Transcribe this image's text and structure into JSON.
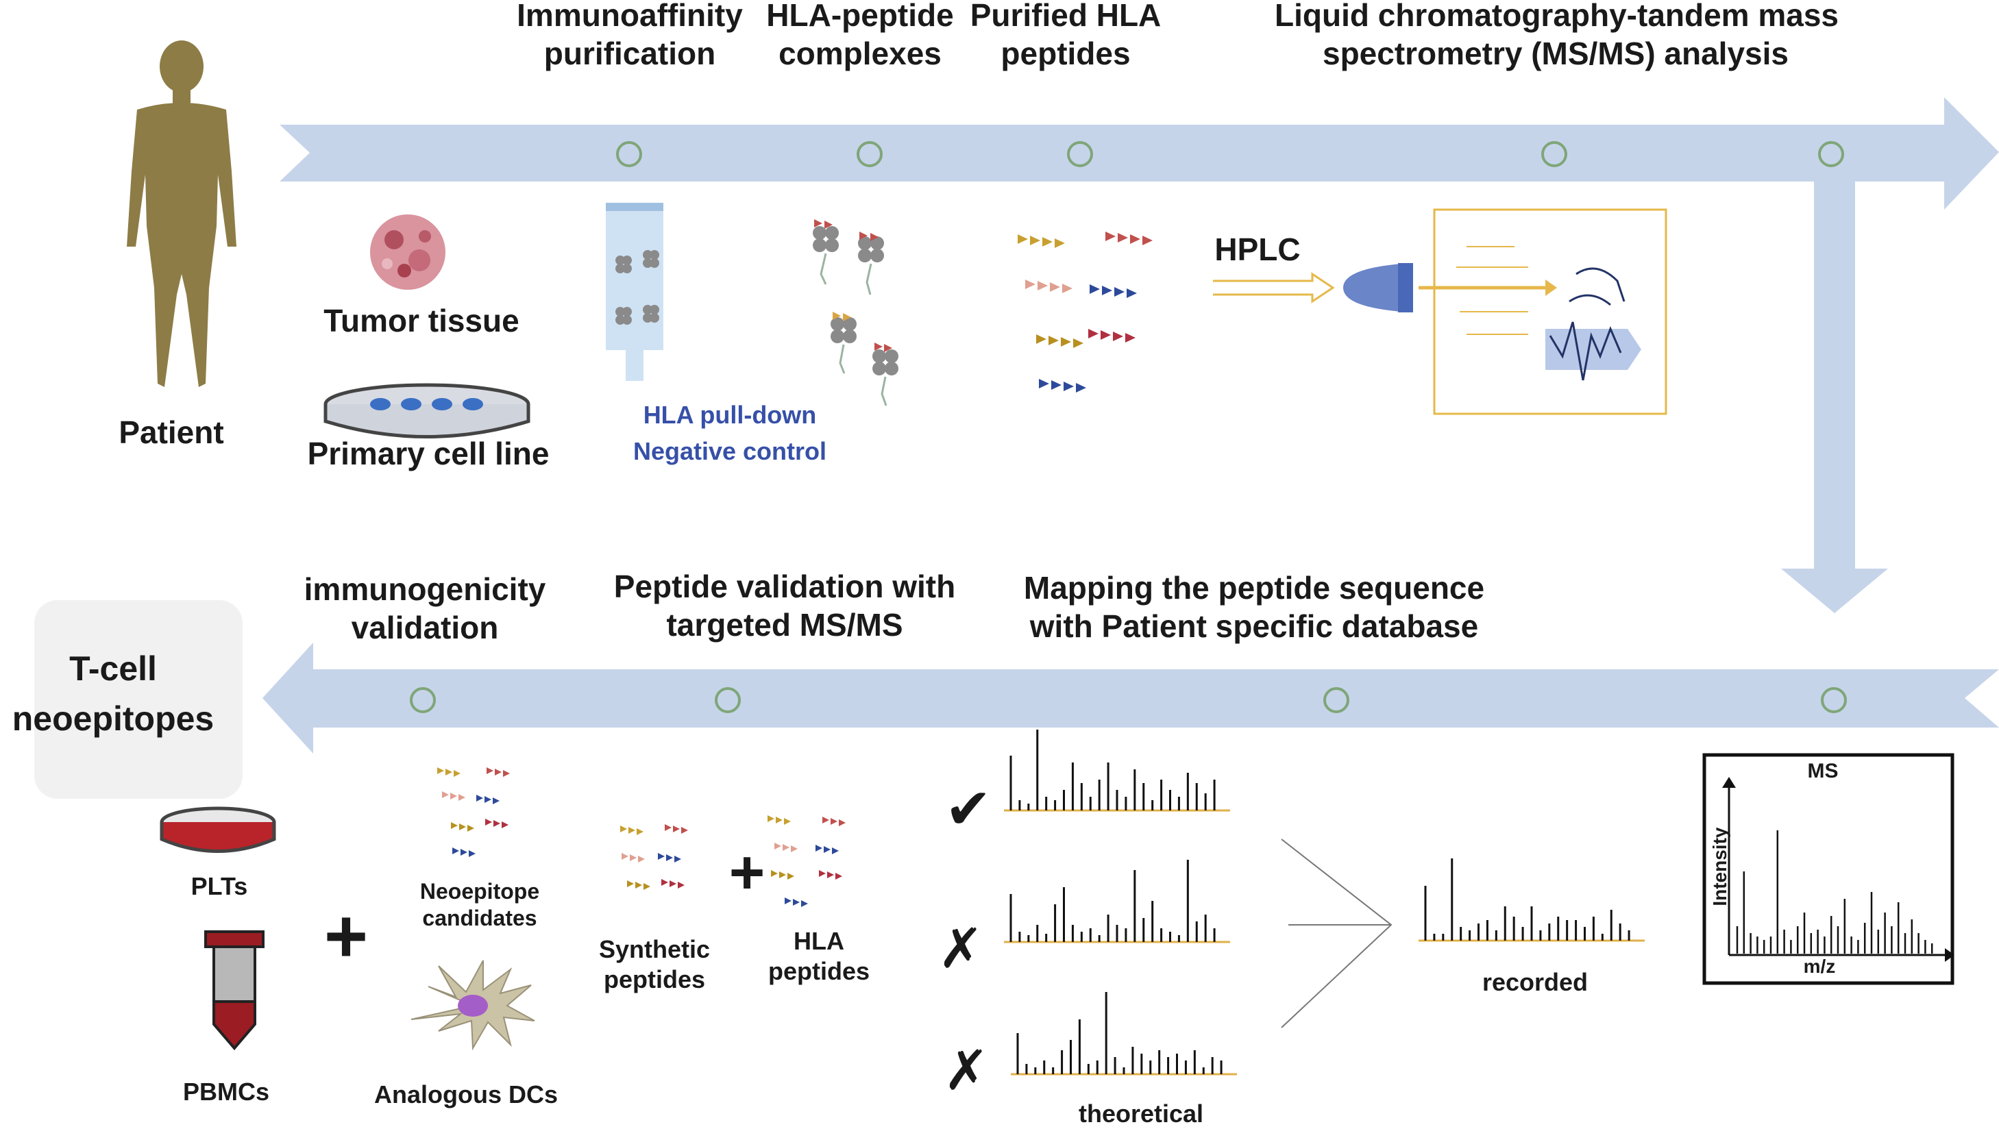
{
  "colors": {
    "arrow": "#c6d4ea",
    "node": "#7fa678",
    "patient": "#8d7c46",
    "hplc_arrow": "#e6b84a",
    "spectrum_axis": "#e0b04a",
    "label_blue": "#3650a8"
  },
  "top_steps": {
    "immunoaffinity": "Immunoaffinity\npurification",
    "hla_complexes": "HLA-peptide\ncomplexes",
    "purified": "Purified HLA\npeptides",
    "lcms": "Liquid chromatography-tandem mass\nspectrometry (MS/MS) analysis"
  },
  "sources": {
    "patient": "Patient",
    "tumor": "Tumor tissue",
    "cell_line": "Primary cell line"
  },
  "pulldown": {
    "line1": "HLA pull-down",
    "line2": "Negative control"
  },
  "hplc": "HPLC",
  "bottom_steps": {
    "immunogenicity": "immunogenicity\nvalidation",
    "peptide_validation": "Peptide validation with\ntargeted MS/MS",
    "mapping": "Mapping the peptide sequence\nwith Patient specific database"
  },
  "result": "T-cell\nneoepitopes",
  "validation": {
    "plts": "PLTs",
    "pbmcs": "PBMCs",
    "plus": "+",
    "neoepitope": "Neoepitope\ncandidates",
    "dcs": "Analogous DCs"
  },
  "peptides": {
    "synthetic": "Synthetic\npeptides",
    "hla": "HLA\npeptides",
    "plus": "+"
  },
  "spectra": {
    "match": "✔",
    "mismatch1": "✗",
    "mismatch2": "✗",
    "theoretical": "theoretical",
    "recorded": "recorded"
  },
  "ms_plot": {
    "title": "MS",
    "ylabel": "Intensity",
    "xlabel": "m/z"
  }
}
